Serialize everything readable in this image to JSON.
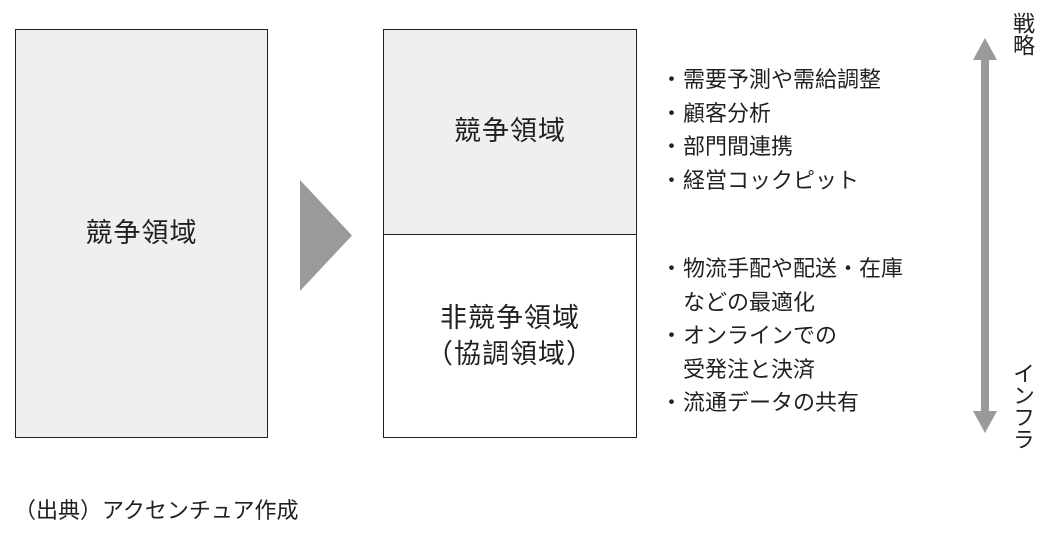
{
  "left_panel": {
    "label": "競争領域"
  },
  "right_panel": {
    "top_label": "競争領域",
    "bottom_label_line1": "非競争領域",
    "bottom_label_line2": "（協調領域）"
  },
  "competitive_items": [
    "需要予測や需給調整",
    "顧客分析",
    "部門間連携",
    "経営コックピット"
  ],
  "noncompetitive_items": [
    {
      "line1": "物流手配や配送・在庫",
      "line2": "などの最適化"
    },
    {
      "line1": "オンラインでの",
      "line2": "受発注と決済"
    },
    {
      "line1": "流通データの共有",
      "line2": ""
    }
  ],
  "axis": {
    "top_label": "戦略",
    "bottom_label": "インフラ"
  },
  "source": "（出典）アクセンチュア作成",
  "colors": {
    "panel_fill": "#efefef",
    "arrow_fill": "#9a9a9a",
    "text": "#231f20"
  }
}
